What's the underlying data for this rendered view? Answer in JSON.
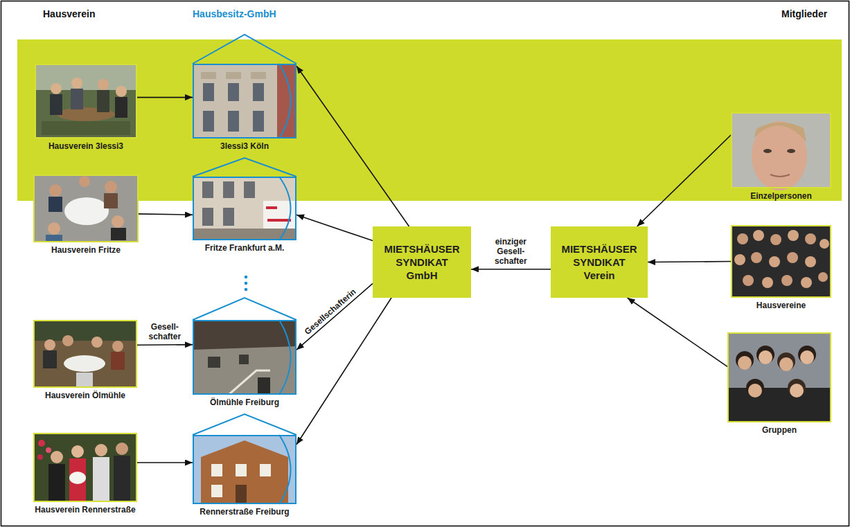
{
  "diagram": {
    "nodes": [
      {
        "text": [
          "Hausverein 3lessi3"
        ]
      },
      {
        "text": [
          "3lessi3 Köln"
        ]
      },
      {
        "text": [
          "Einzelpersonen"
        ]
      },
      {
        "text": [
          "Hausverein Fritze"
        ]
      },
      {
        "text": [
          "Fritze Frankfurt a.M."
        ]
      },
      {
        "text": [
          "MIETSHÄUSER SYNDIKAT GmbH"
        ]
      },
      {
        "text": [
          "MIETSHÄUSER SYNDIKAT Verein"
        ]
      },
      {
        "text": [
          "Hausvereine"
        ]
      },
      {
        "text": [
          "Hausverein Ölmühle"
        ]
      },
      {
        "text": [
          "Ölmühle Freiburg"
        ]
      },
      {
        "text": [
          "Gruppen"
        ]
      },
      {
        "text": [
          "Hausverein Rennerstraße"
        ]
      },
      {
        "text": [
          "Rennerstraße Freiburg"
        ]
      }
    ],
    "edges": [
      {
        "from": 0,
        "to": 1,
        "arrow": "to"
      },
      {
        "from": 3,
        "to": 4,
        "arrow": "to"
      },
      {
        "from": 8,
        "to": 9,
        "label": "Gesell- schafter",
        "arrow": "to"
      },
      {
        "from": 11,
        "to": 12,
        "arrow": "to"
      },
      {
        "from": 5,
        "to": 1,
        "arrow": "to"
      },
      {
        "from": 5,
        "to": 4,
        "arrow": "to"
      },
      {
        "from": 5,
        "to": 9,
        "label": "Gesellschafterin",
        "arrow": "to"
      },
      {
        "from": 5,
        "to": 12,
        "arrow": "to"
      },
      {
        "from": 6,
        "to": 5,
        "label": "einziger Gesell- schafter",
        "arrow": "to"
      },
      {
        "from": 2,
        "to": 6,
        "arrow": "to"
      },
      {
        "from": 7,
        "to": 6,
        "arrow": "to"
      },
      {
        "from": 10,
        "to": 6,
        "arrow": "to"
      }
    ],
    "labels": [
      "Hausverein",
      "Hausbesitz-GmbH",
      "Mitglieder"
    ]
  }
}
